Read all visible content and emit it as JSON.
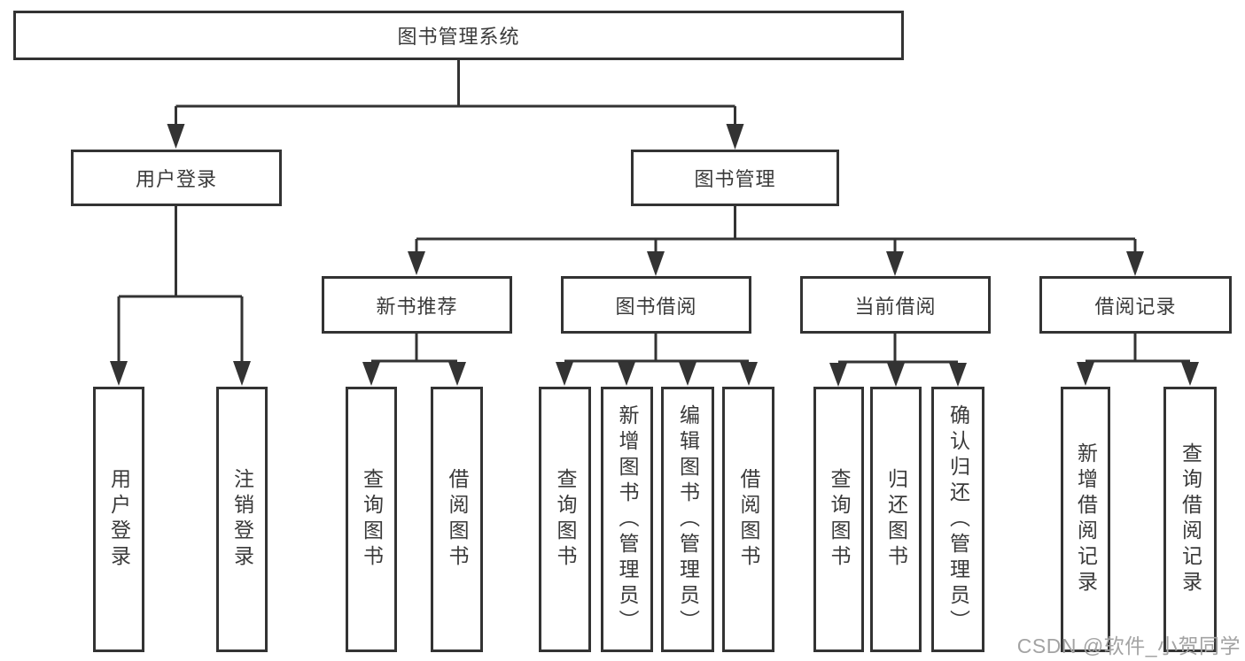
{
  "tree": {
    "root": "图书管理系统",
    "user_login": {
      "label": "用户登录",
      "children": [
        "用户登录",
        "注销登录"
      ]
    },
    "book_mgmt": {
      "label": "图书管理",
      "groups": [
        {
          "label": "新书推荐",
          "children": [
            "查询图书",
            "借阅图书"
          ]
        },
        {
          "label": "图书借阅",
          "children": [
            "查询图书",
            "新增图书（管理员）",
            "编辑图书（管理员）",
            "借阅图书"
          ]
        },
        {
          "label": "当前借阅",
          "children": [
            "查询图书",
            "归还图书",
            "确认归还（管理员）"
          ]
        },
        {
          "label": "借阅记录",
          "children": [
            "新增借阅记录",
            "查询借阅记录"
          ]
        }
      ]
    }
  },
  "watermark": "CSDN @软件_小贺同学",
  "colors": {
    "line": "#333333",
    "text": "#3a3a3a",
    "watermark": "#a3a3a3",
    "background": "#ffffff"
  }
}
